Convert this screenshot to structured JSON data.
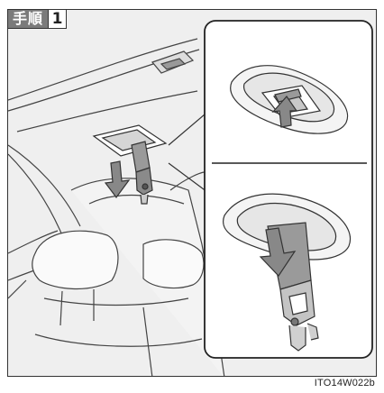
{
  "step": {
    "label": "手順",
    "number": "1"
  },
  "figure_code": "ITO14W022b",
  "colors": {
    "frame_background": "#efefef",
    "arrow_fill": "#888888",
    "line": "#333333",
    "inset_background": "#ffffff"
  },
  "icons": [
    "down-arrow-icon",
    "up-arrow-icon",
    "down-arrow-icon"
  ]
}
